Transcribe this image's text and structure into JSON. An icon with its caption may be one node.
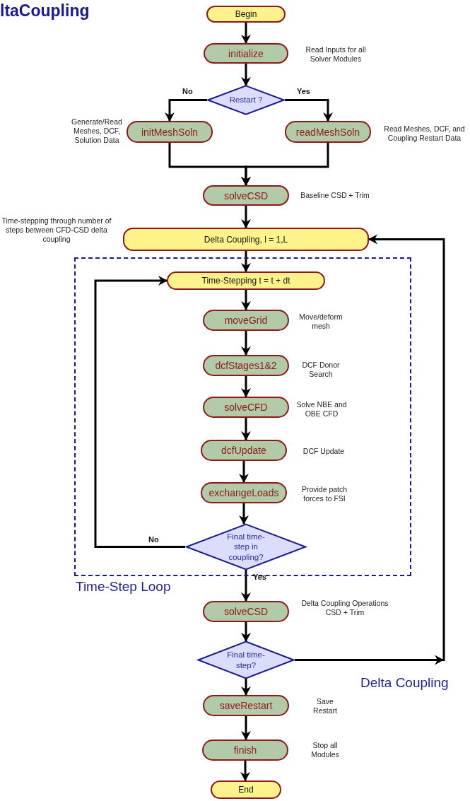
{
  "diagram": {
    "title": "ltaCoupling",
    "nodes": [
      {
        "text": [
          "Begin"
        ]
      },
      {
        "text": [
          "initialize"
        ],
        "beside": [
          "Read Inputs for all Solver Modules"
        ]
      },
      {
        "text": [
          "Restart ?"
        ]
      },
      {
        "text": [
          "initMeshSoln"
        ],
        "beside": [
          "Generate/Read Meshes, DCF, Solution Data"
        ]
      },
      {
        "text": [
          "readMeshSoln"
        ],
        "beside": [
          "Read Meshes, DCF, and Coupling Restart Data"
        ]
      },
      {
        "text": [
          "solveCSD"
        ],
        "beside": [
          "Baseline CSD + Trim"
        ]
      },
      {
        "text": [
          "Delta Coupling, l = 1,L"
        ],
        "beside": [
          "Time-stepping through number of steps between CFD-CSD delta coupling"
        ]
      },
      {
        "text": [
          "Time-Step Loop"
        ]
      },
      {
        "text": [
          "Time-Stepping t = t + dt"
        ],
        "in": 7
      },
      {
        "text": [
          "moveGrid"
        ],
        "beside": [
          "Move/deform mesh"
        ],
        "in": 7
      },
      {
        "text": [
          "dcfStages1&2"
        ],
        "beside": [
          "DCF Donor Search"
        ],
        "in": 7
      },
      {
        "text": [
          "solveCFD"
        ],
        "beside": [
          "Solve NBE and OBE CFD"
        ],
        "in": 7
      },
      {
        "text": [
          "dcfUpdate"
        ],
        "beside": [
          "DCF Update"
        ],
        "in": 7
      },
      {
        "text": [
          "exchangeLoads"
        ],
        "beside": [
          "Provide patch forces to FSI"
        ],
        "in": 7
      },
      {
        "text": [
          "Final time-step in coupling?"
        ],
        "in": 7
      },
      {
        "text": [
          "solveCSD"
        ],
        "beside": [
          "Delta Coupling Operations CSD + Trim"
        ]
      },
      {
        "text": [
          "Final time-step?"
        ]
      },
      {
        "text": [
          "saveRestart"
        ],
        "beside": [
          "Save Restart"
        ]
      },
      {
        "text": [
          "finish"
        ],
        "beside": [
          "Stop all Modules"
        ]
      },
      {
        "text": [
          "End"
        ]
      }
    ],
    "edges": [
      {
        "from": 0,
        "to": 1,
        "arrow": "to"
      },
      {
        "from": 1,
        "to": 2,
        "arrow": "to"
      },
      {
        "from": 2,
        "to": 3,
        "arrow": "to",
        "label": "No"
      },
      {
        "from": 2,
        "to": 4,
        "arrow": "to",
        "label": "Yes"
      },
      {
        "from": 3,
        "to": 5,
        "arrow": "to"
      },
      {
        "from": 4,
        "to": 5,
        "arrow": "to"
      },
      {
        "from": 5,
        "to": 6,
        "arrow": "to"
      },
      {
        "from": 6,
        "to": 8,
        "arrow": "to"
      },
      {
        "from": 8,
        "to": 9,
        "arrow": "to"
      },
      {
        "from": 9,
        "to": 10,
        "arrow": "to"
      },
      {
        "from": 10,
        "to": 11,
        "arrow": "to"
      },
      {
        "from": 11,
        "to": 12,
        "arrow": "to"
      },
      {
        "from": 12,
        "to": 13,
        "arrow": "to"
      },
      {
        "from": 13,
        "to": 14,
        "arrow": "to"
      },
      {
        "from": 14,
        "to": 8,
        "arrow": "to",
        "label": "No"
      },
      {
        "from": 14,
        "to": 15,
        "arrow": "to",
        "label": "Yes"
      },
      {
        "from": 15,
        "to": 16,
        "arrow": "to"
      },
      {
        "from": 16,
        "to": 6,
        "arrow": "to"
      },
      {
        "from": 16,
        "to": 17,
        "arrow": "to"
      },
      {
        "from": 17,
        "to": 18,
        "arrow": "to"
      },
      {
        "from": 18,
        "to": 19,
        "arrow": "to"
      }
    ],
    "labels": [
      "Delta Coupling"
    ]
  }
}
